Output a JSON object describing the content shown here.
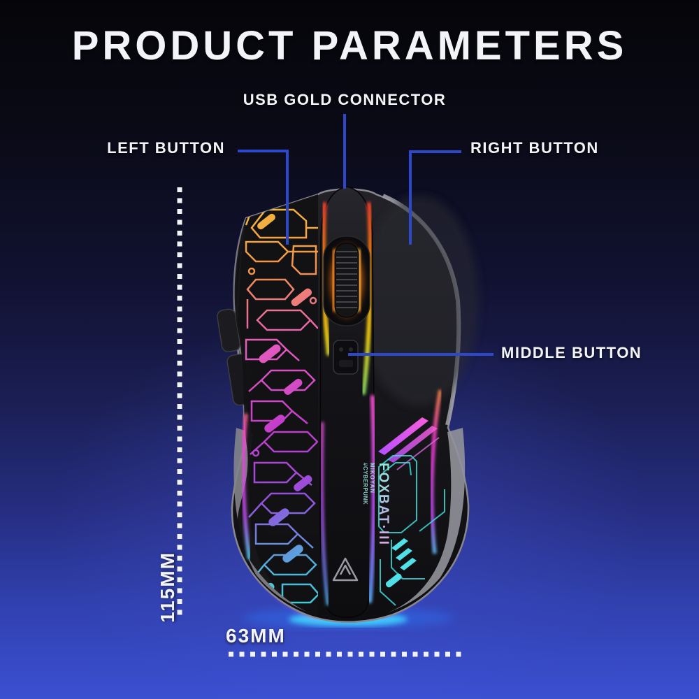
{
  "title": "PRODUCT PARAMETERS",
  "callouts": {
    "usb": {
      "label": "USB GOLD CONNECTOR"
    },
    "left": {
      "label": "LEFT BUTTON"
    },
    "right": {
      "label": "RIGHT BUTTON"
    },
    "middle": {
      "label": "MIDDLE BUTTON"
    }
  },
  "measurements": {
    "height": "115MM",
    "width": "63MM"
  },
  "mouse": {
    "model_text": "FOXBAT·III",
    "model_text_small_1": "MIKOYAN",
    "model_text_small_2": "#CYBERPUNK",
    "logo_icon": "a-brand-logo"
  },
  "colors": {
    "callout_line": "#2e48cc",
    "measure_dots": "#f2f3f7",
    "background_top": "#05050c",
    "background_bottom": "#3b50d2",
    "wheel_glow": "#ff8c1a",
    "underglow_cyan": "#3fd0ff",
    "circuit_orange": "#ffb83d",
    "circuit_magenta": "#e044d4",
    "circuit_cyan": "#3de0e0"
  }
}
